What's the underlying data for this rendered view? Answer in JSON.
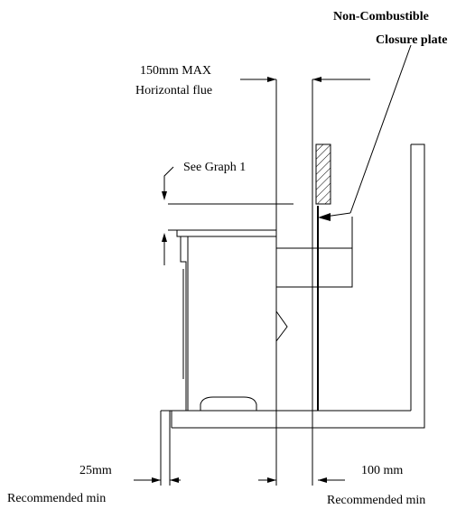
{
  "labels": {
    "closure_line1": "Non-Combustible",
    "closure_line2": "Closure plate",
    "flue_line1": "150mm MAX",
    "flue_line2": "Horizontal flue",
    "graph_ref": "See Graph 1",
    "left_dim": "25mm",
    "left_note": "Recommended min",
    "right_dim": "100 mm",
    "right_note": "Recommended min"
  }
}
